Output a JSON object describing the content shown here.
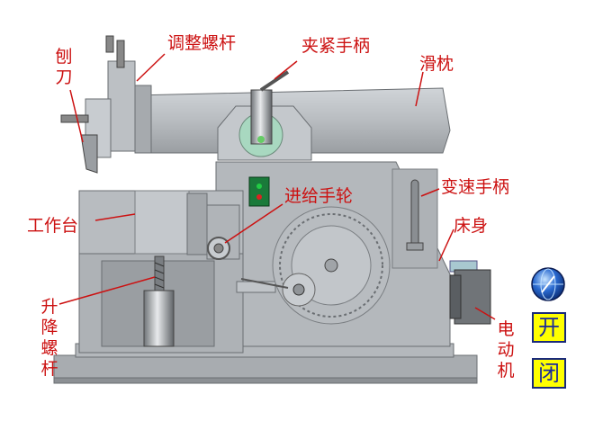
{
  "labels": {
    "planer_tool": "刨刀",
    "adjust_screw": "调整螺杆",
    "clamp_handle": "夹紧手柄",
    "ram": "滑枕",
    "feed_handwheel": "进给手轮",
    "speed_handle": "变速手柄",
    "worktable": "工作台",
    "bed": "床身",
    "lift_screw": "升降螺杆",
    "motor": "电动机"
  },
  "controls": {
    "open_label": "开",
    "close_label": "闭"
  },
  "colors": {
    "label": "#cc1111",
    "machine_body": "#b4b8bc",
    "control_bg": "#ffff00",
    "control_text": "#1a2a9a"
  }
}
